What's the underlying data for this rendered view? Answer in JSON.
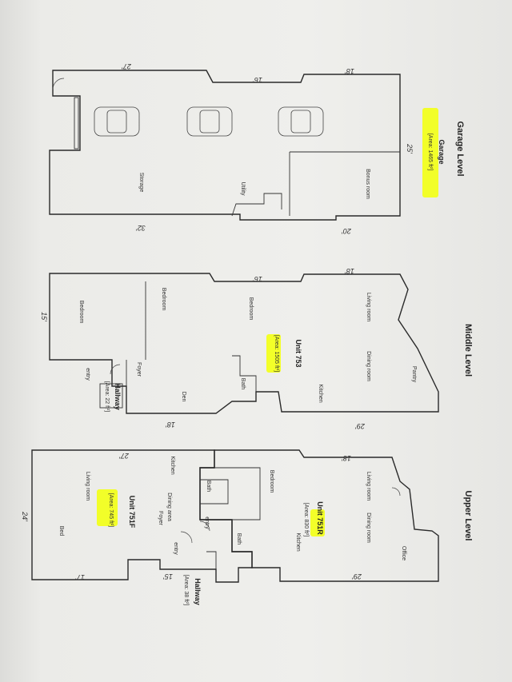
{
  "levels": {
    "garage": {
      "title": "Garage Level",
      "unit_name": "Garage",
      "area": "[Area: 1465 ft²]",
      "rooms": {
        "bonus": "Bonus room",
        "storage": "Storage",
        "utility": "Utility"
      },
      "dims": {
        "d27": "27'",
        "d16": "16'",
        "d18": "18'",
        "d25": "25'",
        "d20": "20'",
        "d32": "32'"
      }
    },
    "middle": {
      "title": "Middle Level",
      "unit_name": "Unit 753",
      "area": "[Area: 1505 ft²]",
      "rooms": {
        "living": "Living room",
        "dining": "Dining room",
        "pantry": "Pantry",
        "kitchen": "Kitchen",
        "bath": "Bath",
        "bedroom1": "Bedroom",
        "bedroom2": "Bedroom",
        "bedroom3": "Bedroom",
        "den": "Den",
        "foyer": "Foyer",
        "entry": "entry"
      },
      "hallway": {
        "name": "Hallway",
        "area": "[Area: 22 ft²]"
      },
      "dims": {
        "d18": "18'",
        "d16": "16'",
        "d15": "15'",
        "d29": "29'",
        "d18b": "18'"
      }
    },
    "upper": {
      "title": "Upper Level",
      "unit_r": {
        "name": "Unit 751R",
        "area": "[Area: 830 ft²]",
        "rooms": {
          "bedroom": "Bedroom",
          "bath": "Bath",
          "living": "Living room",
          "dining": "Dining room",
          "office": "Office",
          "kitchen": "Kitchen",
          "entry": "entry"
        }
      },
      "unit_f": {
        "name": "Unit 751F",
        "area": "[Area: 745 ft²]",
        "rooms": {
          "kitchen": "Kitchen",
          "dining": "Dining area",
          "foyer": "Foyer",
          "living": "Living room",
          "bed": "Bed",
          "bath": "Bath",
          "entry": "entry"
        }
      },
      "hallway": {
        "name": "Hallway",
        "area": "[Area: 38 ft²]"
      },
      "dims": {
        "d27": "27'",
        "d18": "18'",
        "d24": "24'",
        "d17": "17'",
        "d29": "29'",
        "d15": "15'"
      }
    }
  }
}
